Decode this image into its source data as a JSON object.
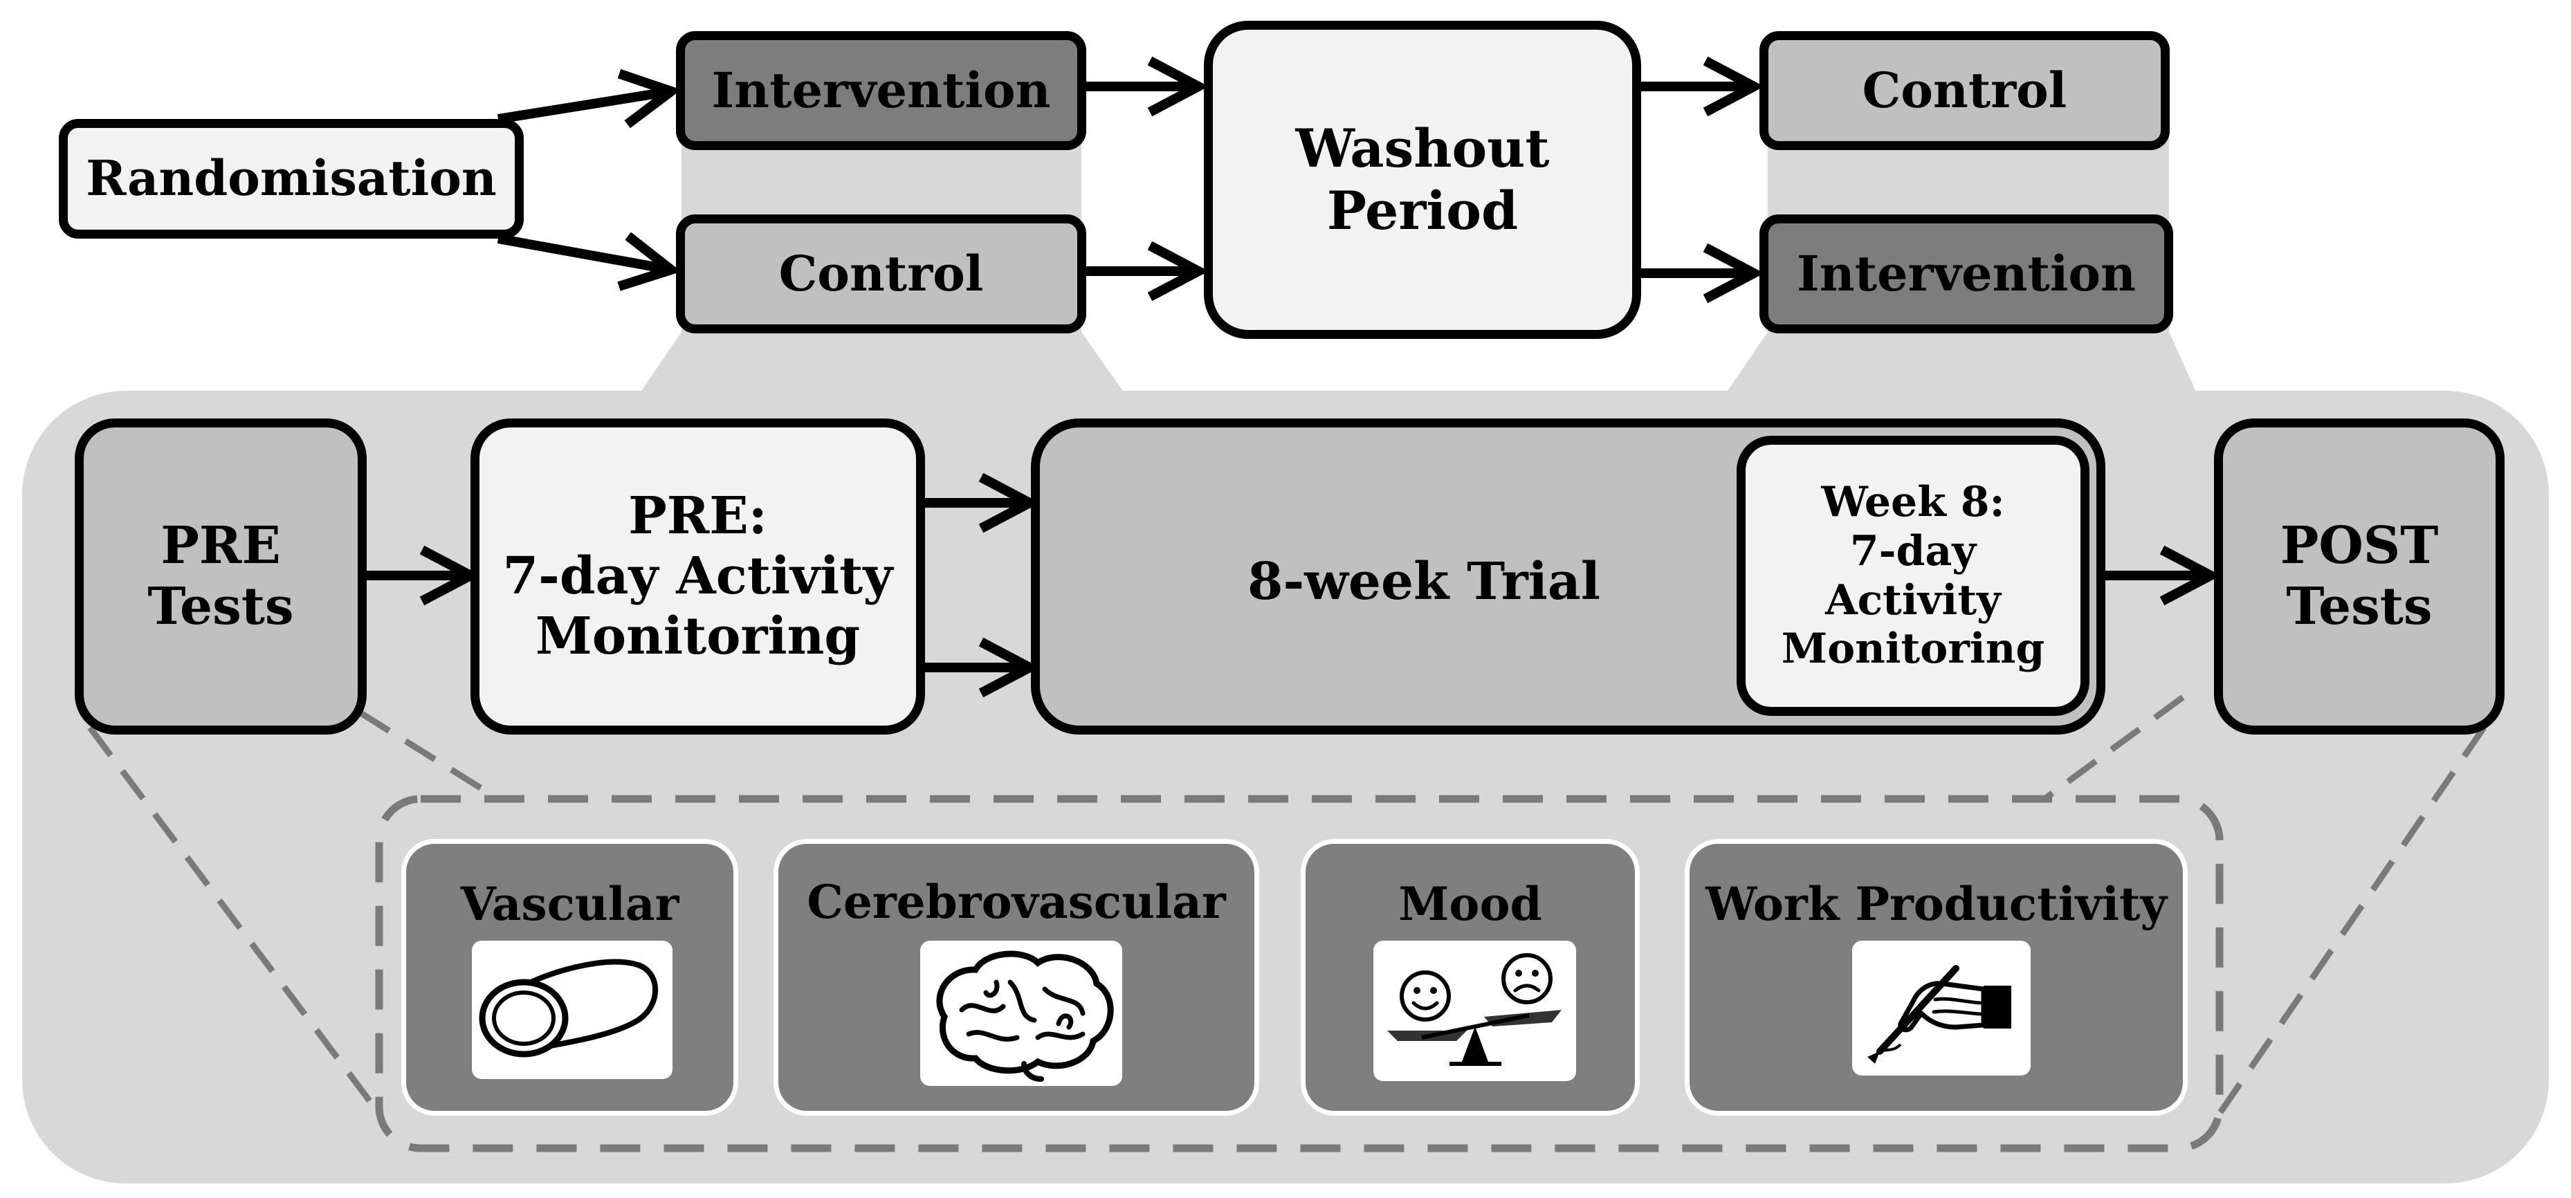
{
  "flow": {
    "randomisation": "Randomisation",
    "arm1_first": "Intervention",
    "arm2_first": "Control",
    "washout": [
      "Washout",
      "Period"
    ],
    "arm1_second": "Control",
    "arm2_second": "Intervention"
  },
  "phase": {
    "pre_tests": [
      "PRE",
      "Tests"
    ],
    "pre_monitoring": [
      "PRE:",
      "7-day Activity",
      "Monitoring"
    ],
    "trial": "8-week Trial",
    "week8_monitoring": [
      "Week 8:",
      "7-day",
      "Activity",
      "Monitoring"
    ],
    "post_tests": [
      "POST",
      "Tests"
    ]
  },
  "outcomes": [
    {
      "label": "Vascular",
      "icon": "artery-icon"
    },
    {
      "label": "Cerebrovascular",
      "icon": "brain-icon"
    },
    {
      "label": "Mood",
      "icon": "mood-balance-icon"
    },
    {
      "label": "Work Productivity",
      "icon": "writing-hand-icon"
    }
  ],
  "colors": {
    "outline": "#000000",
    "panel": "#d8d8d8",
    "box_light": "#f2f2f2",
    "box_mid": "#c0c0c0",
    "box_dark": "#7d7d7d",
    "outcome_fill": "#7f7f7f",
    "dashed": "#7a7a7a"
  }
}
